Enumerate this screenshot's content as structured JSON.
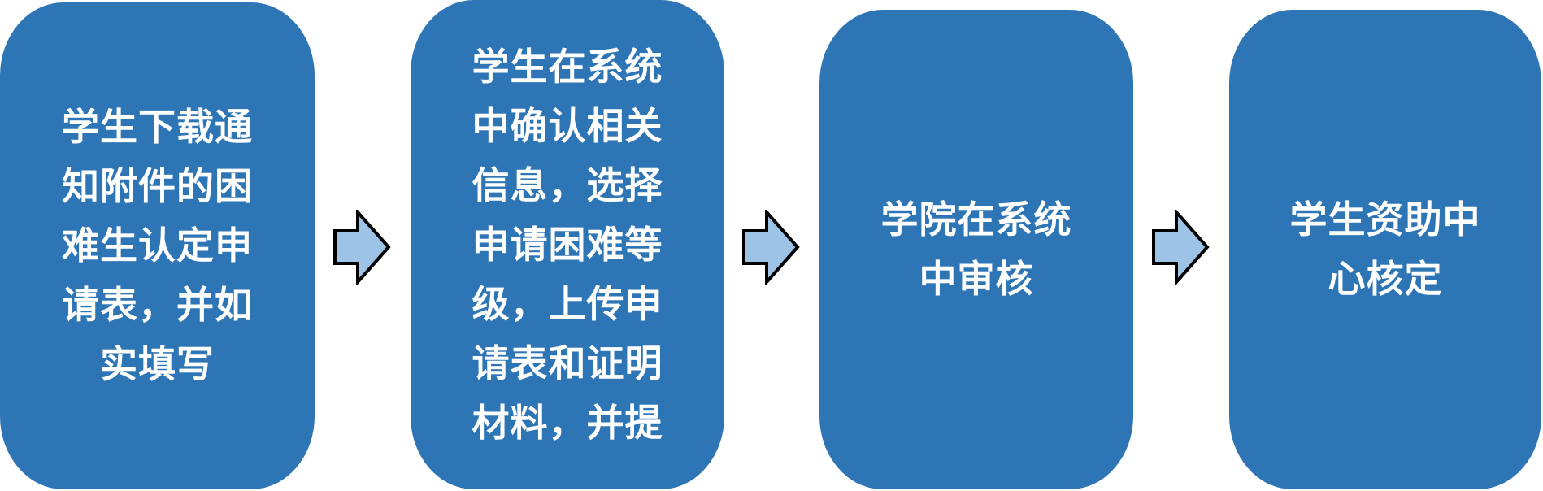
{
  "steps": [
    {
      "lines": [
        "学生下载通",
        "知附件的困",
        "难生认定申",
        "请表，并如",
        "实填写"
      ]
    },
    {
      "lines": [
        "学生在系统",
        "中确认相关",
        "信息，选择",
        "申请困难等",
        "级，上传申",
        "请表和证明",
        "材料，并提"
      ]
    },
    {
      "lines": [
        "学院在系统",
        "中审核"
      ]
    },
    {
      "lines": [
        "学生资助中",
        "心核定"
      ]
    }
  ],
  "colors": {
    "box": "#2E75B6",
    "arrow_fill": "#9DC3E6",
    "arrow_stroke": "#000000"
  }
}
